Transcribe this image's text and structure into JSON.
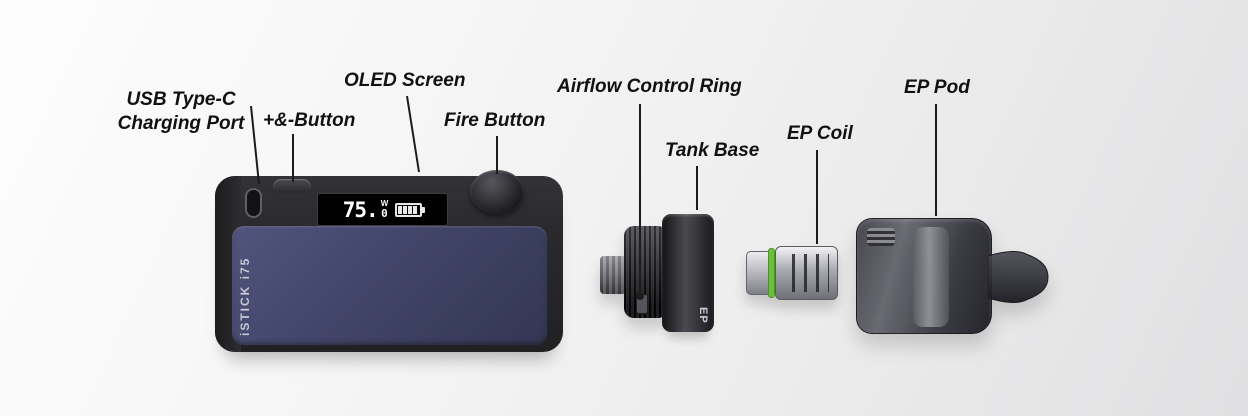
{
  "diagram": {
    "labels": {
      "usb": {
        "line1": "USB Type-C",
        "line2": "Charging Port"
      },
      "plus_minus": "+&-Button",
      "oled": "OLED Screen",
      "fire": "Fire Button",
      "airflow": "Airflow Control Ring",
      "tank_base": "Tank Base",
      "ep_coil": "EP Coil",
      "ep_pod": "EP Pod"
    },
    "device": {
      "screen": {
        "wattage_main": "75.",
        "wattage_sub": "0",
        "unit": "W",
        "battery_bars": 4
      },
      "brand": "iSTICK i75",
      "tank_base_marking": "EP"
    },
    "colors": {
      "background": "#f0f0f1",
      "label_text": "#111111",
      "leader_line": "#1c1c1c",
      "mod_body": "#28282b",
      "front_panel": "#424569",
      "oring_green": "#6dbf3e",
      "screen_text": "#ffffff"
    }
  }
}
